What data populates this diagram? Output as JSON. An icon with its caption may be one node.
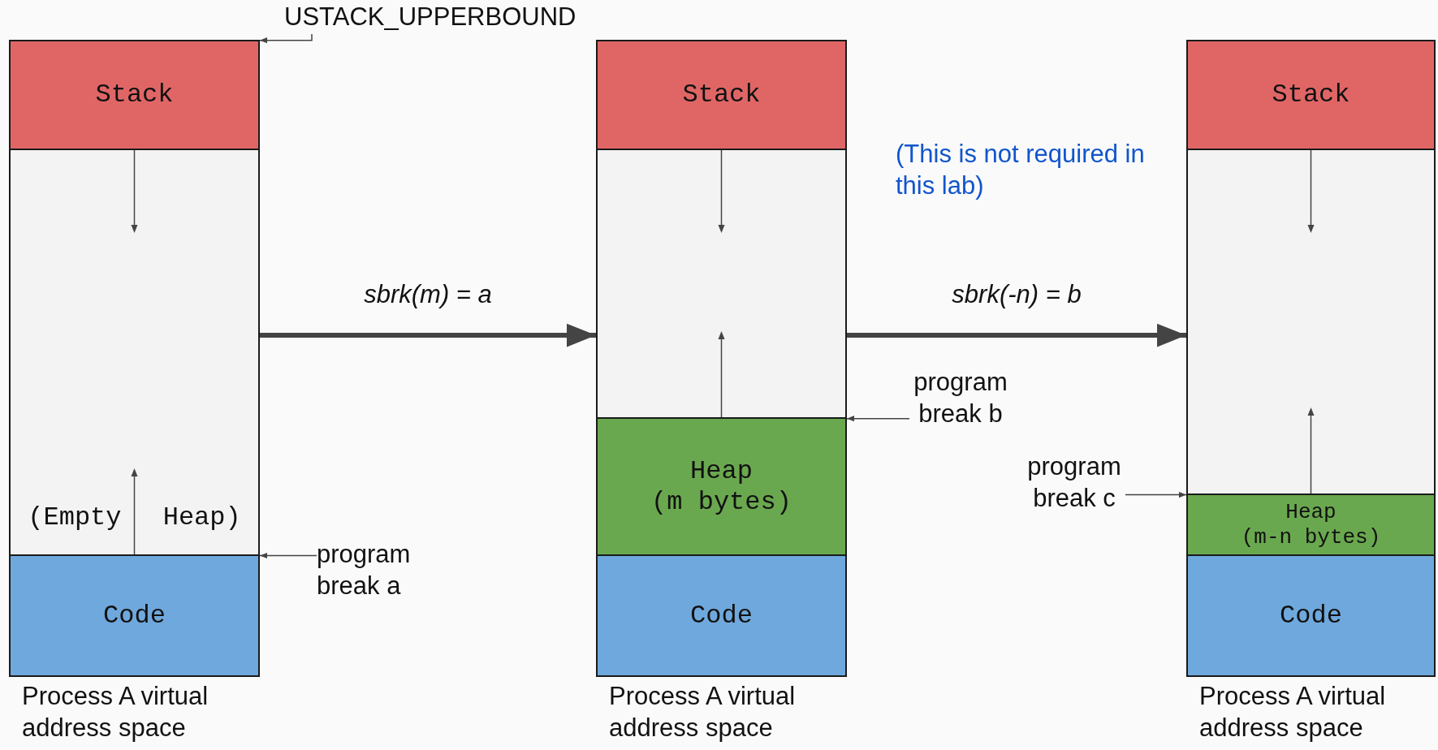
{
  "diagram": {
    "nodes": [
      {
        "text": [],
        "shape": "box",
        "beside": [
          "Process A virtual address space"
        ]
      },
      {
        "text": [
          "Stack"
        ],
        "in": 0
      },
      {
        "text": [
          "(Empty Heap)"
        ],
        "in": 0
      },
      {
        "text": [
          "Code"
        ],
        "in": 0
      },
      {
        "text": [],
        "shape": "box",
        "beside": [
          "Process A virtual address space"
        ]
      },
      {
        "text": [
          "Stack"
        ],
        "in": 4
      },
      {
        "text": [],
        "shape": "box",
        "in": 4
      },
      {
        "text": [
          "Heap",
          "(m bytes)"
        ],
        "in": 4
      },
      {
        "text": [
          "Code"
        ],
        "in": 4
      },
      {
        "text": [],
        "shape": "box",
        "beside": [
          "Process A virtual address space"
        ]
      },
      {
        "text": [
          "Stack"
        ],
        "in": 9
      },
      {
        "text": [],
        "shape": "box",
        "in": 9
      },
      {
        "text": [
          "Heap",
          "(m-n bytes)"
        ],
        "in": 9
      },
      {
        "text": [
          "Code"
        ],
        "in": 9
      },
      {
        "text": [
          "USTACK_UPPERBOUND"
        ]
      },
      {
        "text": [
          "program break a"
        ]
      },
      {
        "text": [
          "program break b"
        ]
      },
      {
        "text": [
          "program break c"
        ]
      }
    ],
    "edges": [
      {
        "from": 14,
        "to": 1,
        "arrow": "to"
      },
      {
        "from": 15,
        "to": 3,
        "arrow": "to"
      },
      {
        "from": 16,
        "to": 7,
        "arrow": "to"
      },
      {
        "from": 17,
        "to": 12,
        "arrow": "to"
      },
      {
        "from": 0,
        "to": 4,
        "arrow": "to",
        "label": "sbrk(m) = a",
        "style": "thick"
      },
      {
        "from": 4,
        "to": 9,
        "arrow": "to",
        "label": "sbrk(-n) = b",
        "style": "thick"
      }
    ],
    "labels": [
      "(This is not required in this lab)"
    ]
  }
}
